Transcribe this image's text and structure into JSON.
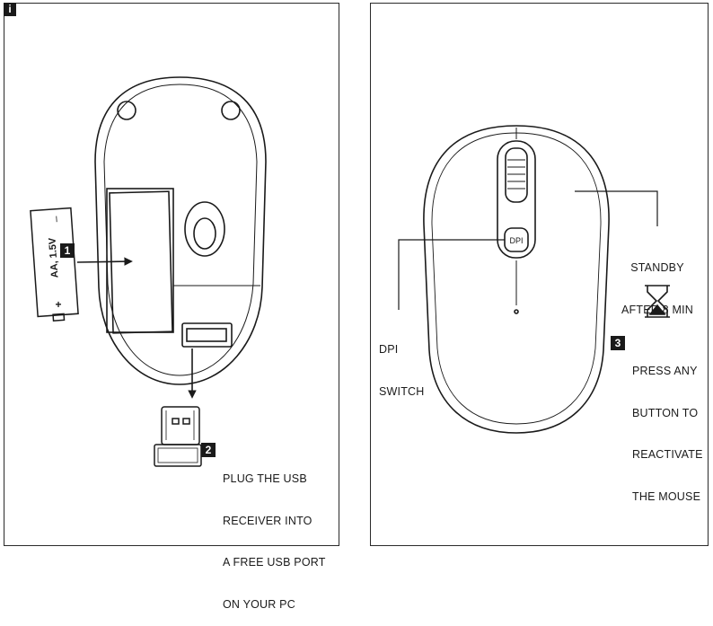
{
  "info_badge": "i",
  "left_panel": {
    "battery_label": "AA, 1.5V",
    "battery_minus": "–",
    "battery_plus": "+",
    "step1_number": "1",
    "step2_number": "2",
    "step2_text": [
      "PLUG THE USB",
      "RECEIVER INTO",
      "A FREE USB PORT",
      "ON YOUR PC"
    ]
  },
  "right_panel": {
    "dpi_button_text": "DPI",
    "dpi_label": [
      "DPI",
      "SWITCH"
    ],
    "standby_label": [
      "STANDBY",
      "AFTER 8 MIN"
    ],
    "step3_number": "3",
    "step3_text": [
      "PRESS ANY",
      "BUTTON TO",
      "REACTIVATE",
      "THE MOUSE"
    ],
    "hourglass_icon": "hourglass-icon"
  }
}
